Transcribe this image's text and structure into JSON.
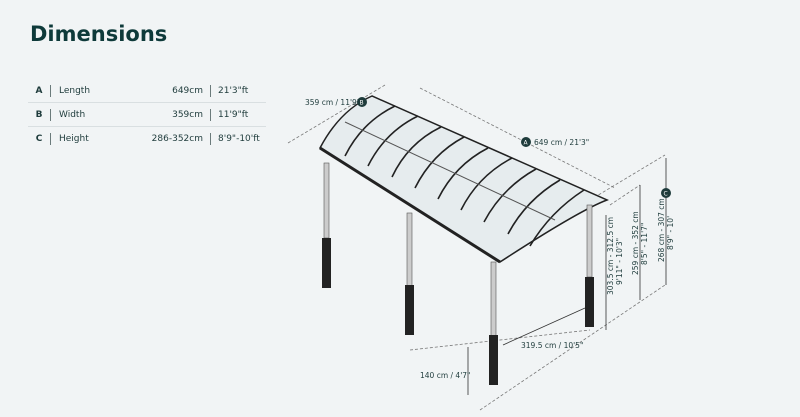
{
  "title": "Dimensions",
  "rows": [
    {
      "key": "A",
      "label": "Length",
      "cm": "649cm",
      "ft": "21'3\"ft"
    },
    {
      "key": "B",
      "label": "Width",
      "cm": "359cm",
      "ft": "11'9\"ft"
    },
    {
      "key": "C",
      "label": "Height",
      "cm": "286-352cm",
      "ft": "8'9\"-10'ft"
    }
  ],
  "diagram": {
    "width_label": "359 cm / 11'9\"",
    "width_marker": "B",
    "length_label": "649 cm / 21'3\"",
    "length_marker": "A",
    "height_marker": "C",
    "h1a": "303.5 cm - 312.5 cm",
    "h1b": "9'11\" - 10'3\"",
    "h2a": "259 cm - 352 cm",
    "h2b": "8'5\" - 11'7\"",
    "h3a": "268 cm - 307 cm",
    "h3b": "8'9\" - 10'",
    "post_spacing": "319.5 cm / 10'5\"",
    "footing": "140 cm / 4'7\""
  }
}
